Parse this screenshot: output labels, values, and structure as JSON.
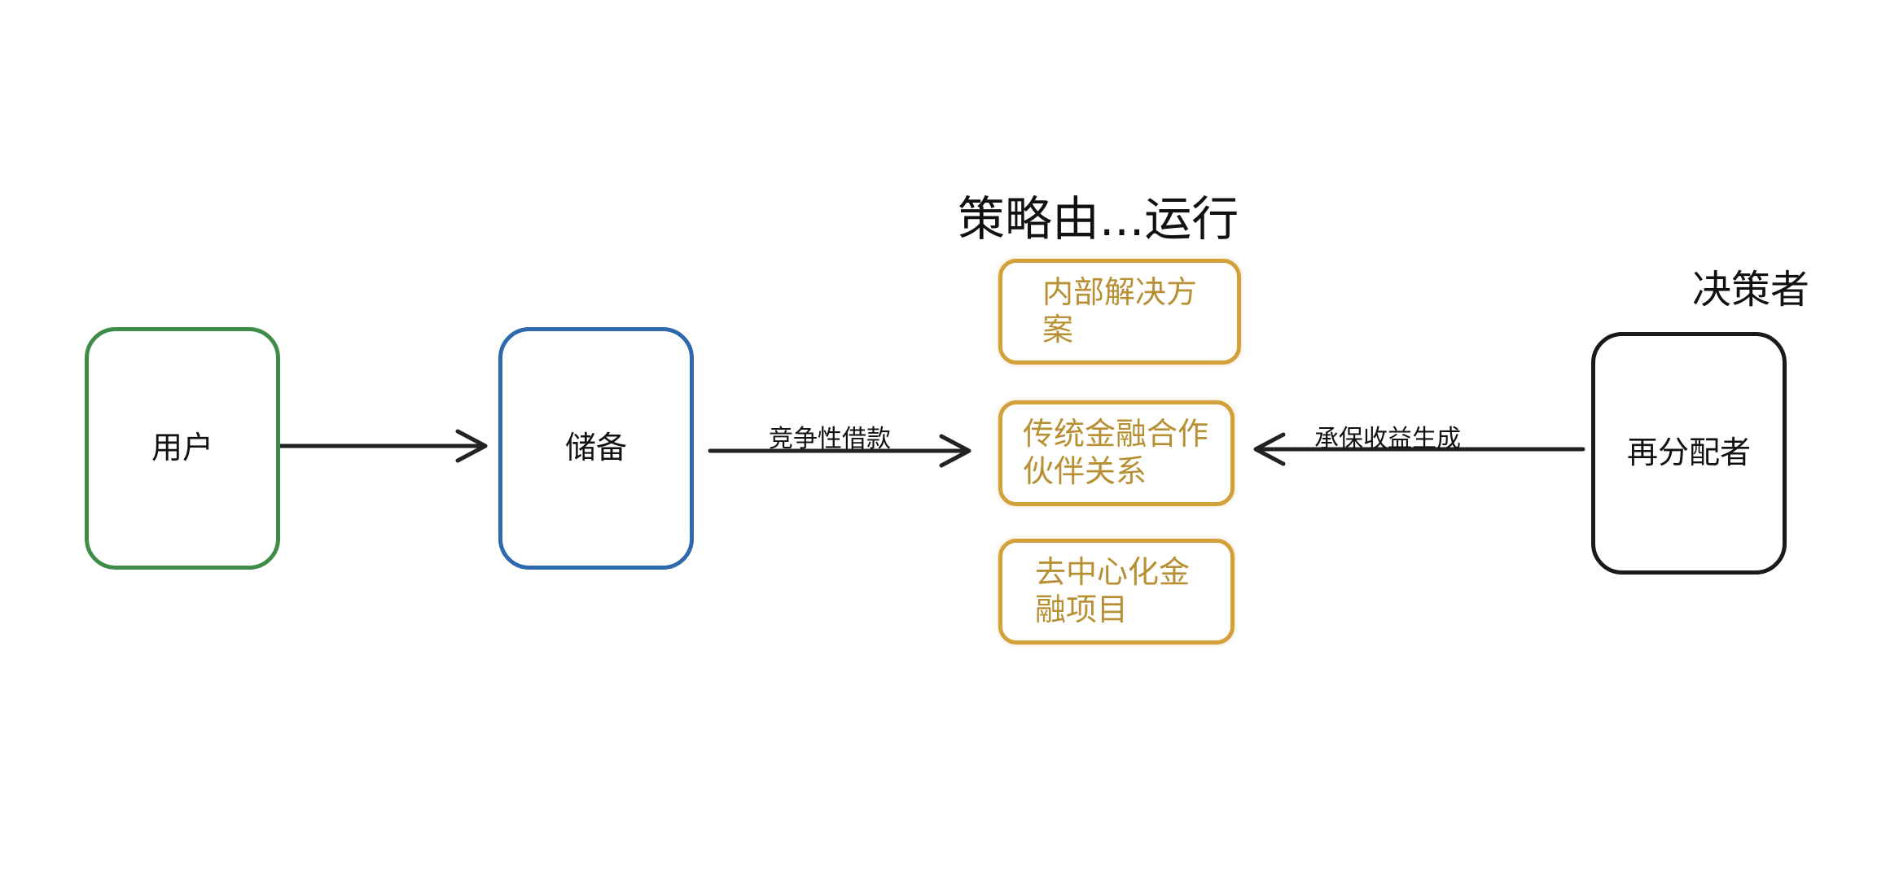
{
  "diagram": {
    "title": "策略由...运行",
    "decision_maker_label": "决策者",
    "nodes": {
      "user": "用户",
      "reserve": "储备",
      "redistributor": "再分配者"
    },
    "strategies": [
      "内部解决方案",
      "传统金融合作伙伴关系",
      "去中心化金融项目"
    ],
    "edges": {
      "user_to_reserve": "",
      "reserve_to_strategies": "竞争性借款",
      "redistributor_to_strategies": "承保收益生成"
    },
    "colors": {
      "user_border": "#3d8c48",
      "reserve_border": "#2f69ad",
      "redistributor_border": "#1a1a1a",
      "strategy_border": "#d4a03c",
      "strategy_text": "#b89034"
    }
  }
}
